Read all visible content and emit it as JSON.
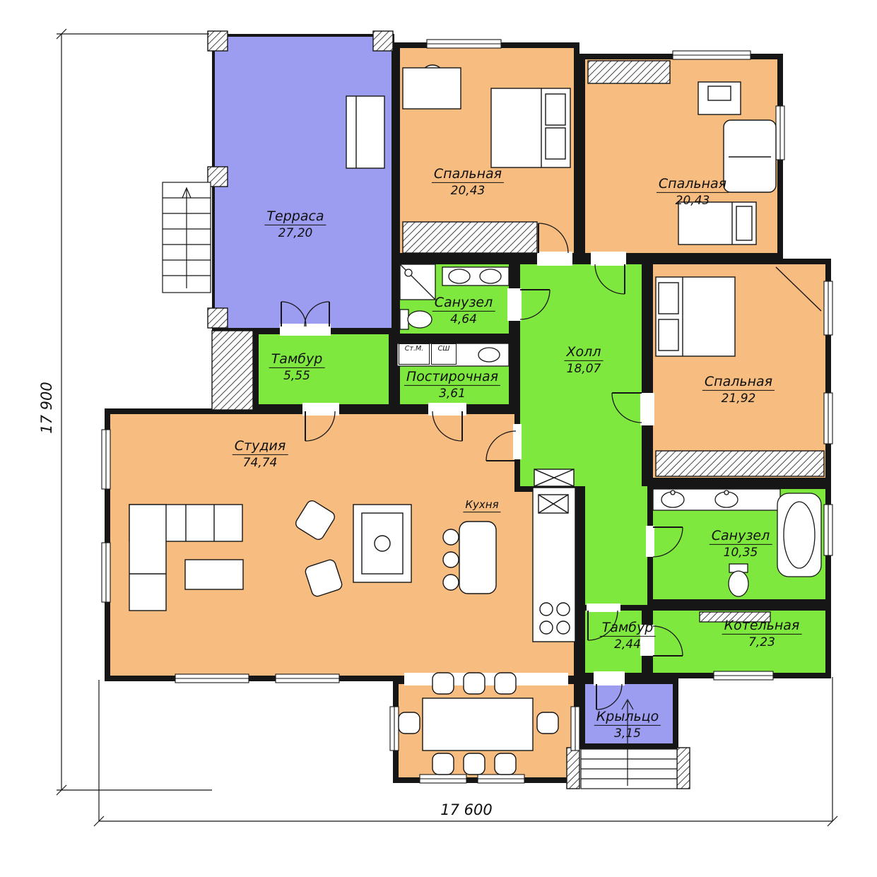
{
  "plan": {
    "title": "one-storey house floor plan",
    "colors": {
      "room_fill_orange": "#f6bc80",
      "room_fill_green": "#7fe83e",
      "room_fill_blue": "#9c9cf0",
      "wall": "#161616"
    },
    "rooms": [
      {
        "id": "terrace",
        "label": "Терраса",
        "area": "27,20",
        "color": "#9c9cf0"
      },
      {
        "id": "bedroom-1",
        "label": "Спальная",
        "area": "20,43",
        "color": "#f6bc80"
      },
      {
        "id": "bedroom-2",
        "label": "Спальная",
        "area": "20,43",
        "color": "#f6bc80"
      },
      {
        "id": "bathroom-1",
        "label": "Санузел",
        "area": "4,64",
        "color": "#7fe83e"
      },
      {
        "id": "vestibule-1",
        "label": "Тамбур",
        "area": "5,55",
        "color": "#7fe83e"
      },
      {
        "id": "laundry",
        "label": "Постирочная",
        "area": "3,61",
        "color": "#7fe83e"
      },
      {
        "id": "hall",
        "label": "Холл",
        "area": "18,07",
        "color": "#7fe83e"
      },
      {
        "id": "bedroom-3",
        "label": "Спальная",
        "area": "21,92",
        "color": "#f6bc80"
      },
      {
        "id": "studio",
        "label": "Студия",
        "area": "74,74",
        "color": "#f6bc80"
      },
      {
        "id": "kitchen",
        "label": "Кухня",
        "area": "",
        "color": "#f6bc80"
      },
      {
        "id": "bathroom-2",
        "label": "Санузел",
        "area": "10,35",
        "color": "#7fe83e"
      },
      {
        "id": "vestibule-2",
        "label": "Тамбур",
        "area": "2,44",
        "color": "#7fe83e"
      },
      {
        "id": "boiler-room",
        "label": "Котельная",
        "area": "7,23",
        "color": "#7fe83e"
      },
      {
        "id": "porch",
        "label": "Крыльцо",
        "area": "3,15",
        "color": "#9c9cf0"
      }
    ],
    "dimensions": {
      "vertical": "17 900",
      "horizontal": "17 600"
    },
    "appliances": {
      "washing_machine": "Ст.М.",
      "drying_cabinet": "СШ"
    }
  }
}
